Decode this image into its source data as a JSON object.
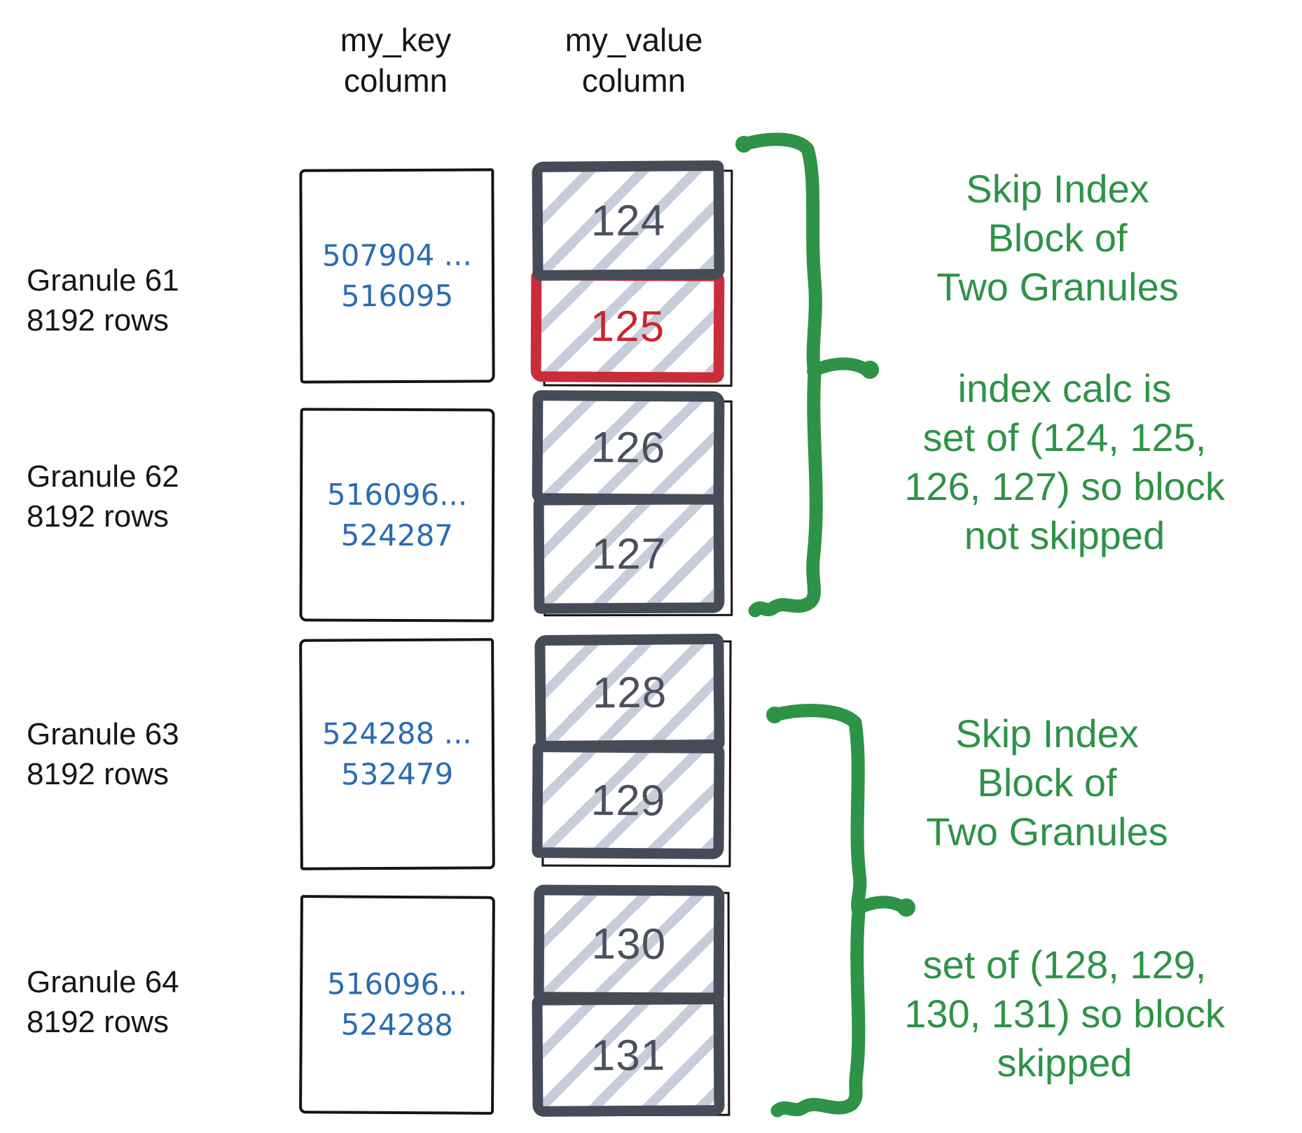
{
  "columns": {
    "key_header": [
      "my_key",
      "column"
    ],
    "value_header": [
      "my_value",
      "column"
    ]
  },
  "granules": [
    {
      "label1": "Granule 61",
      "label2": "8192 rows",
      "key_range": [
        "507904 ...",
        "516095"
      ],
      "values": [
        "124",
        "125"
      ]
    },
    {
      "label1": "Granule 62",
      "label2": "8192 rows",
      "key_range": [
        "516096...",
        "524287"
      ],
      "values": [
        "126",
        "127"
      ]
    },
    {
      "label1": "Granule 63",
      "label2": "8192 rows",
      "key_range": [
        "524288 ...",
        "532479"
      ],
      "values": [
        "128",
        "129"
      ]
    },
    {
      "label1": "Granule 64",
      "label2": "8192 rows",
      "key_range": [
        "516096...",
        "524288"
      ],
      "values": [
        "130",
        "131"
      ]
    }
  ],
  "annotations": {
    "block1_title": [
      "Skip Index",
      "Block of",
      "Two Granules"
    ],
    "block1_note": [
      "index calc is",
      "set of (124, 125,",
      "126, 127) so block",
      "not skipped"
    ],
    "block2_title": [
      "Skip Index",
      "Block of",
      "Two Granules"
    ],
    "block2_note": [
      "set of (128, 129,",
      "130, 131) so block",
      "skipped"
    ]
  },
  "colors": {
    "slate_border": "#454c57",
    "slate_text": "#4a515c",
    "red_highlight": "#c92d39",
    "blue_key_text": "#2a6cb3",
    "green_annotation": "#2e9347",
    "hatch_stripe": "#c7cdd9",
    "ink": "#141414"
  }
}
